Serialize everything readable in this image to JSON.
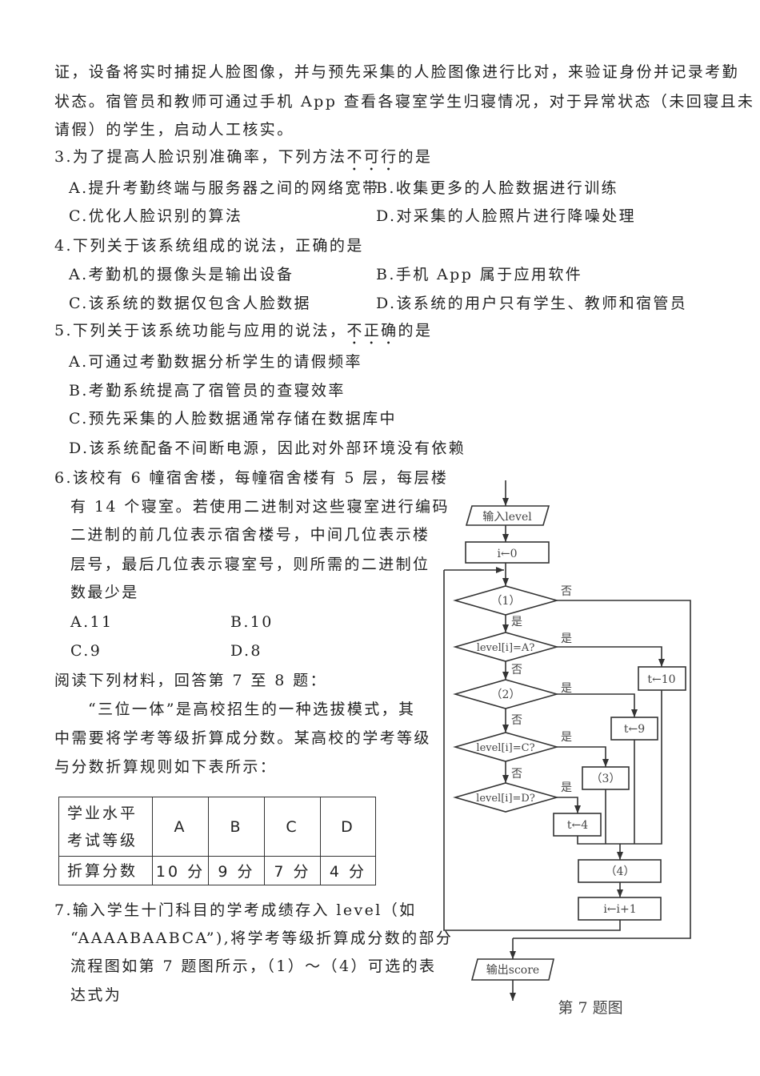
{
  "intro": {
    "lines": [
      "证，设备将实时捕捉人脸图像，并与预先采集的人脸图像进行比对，来验证身份并记录考勤",
      "状态。宿管员和教师可通过手机 App 查看各寝室学生归寝情况，对于异常状态（未回寝且未",
      "请假）的学生，启动人工核实。"
    ]
  },
  "q3": {
    "stem_before": "3.为了提高人脸识别准确率，下列方法",
    "stem_emph": "不可行",
    "stem_after": "的是",
    "options": [
      "A.提升考勤终端与服务器之间的网络宽带",
      "B.收集更多的人脸数据进行训练",
      "C.优化人脸识别的算法",
      "D.对采集的人脸照片进行降噪处理"
    ]
  },
  "q4": {
    "stem": "4.下列关于该系统组成的说法，正确的是",
    "options": [
      "A.考勤机的摄像头是输出设备",
      "B.手机 App 属于应用软件",
      "C.该系统的数据仅包含人脸数据",
      "D.该系统的用户只有学生、教师和宿管员"
    ]
  },
  "q5": {
    "stem_before": "5.下列关于该系统功能与应用的说法，",
    "stem_emph": "不正确",
    "stem_after": "的是",
    "options": [
      "A.可通过考勤数据分析学生的请假频率",
      "B.考勤系统提高了宿管员的查寝效率",
      "C.预先采集的人脸数据通常存储在数据库中",
      "D.该系统配备不间断电源，因此对外部环境没有依赖"
    ]
  },
  "q6": {
    "lines": [
      "6.该校有 6 幢宿舍楼，每幢宿舍楼有 5 层，每层楼",
      "有 14 个寝室。若使用二进制对这些寝室进行编码",
      "二进制的前几位表示宿舍楼号，中间几位表示楼",
      "层号，最后几位表示寝室号，则所需的二进制位",
      "数最少是"
    ],
    "options": [
      "A.11",
      "B.10",
      "C.9",
      "D.8"
    ]
  },
  "reading": {
    "intro": "阅读下列材料，回答第 7 至 8 题：",
    "lines": [
      "“三位一体”是高校招生的一种选拔模式，其",
      "中需要将学考等级折算成分数。某高校的学考等级",
      "与分数折算规则如下表所示："
    ]
  },
  "table": {
    "header_label_1": "学业水平",
    "header_label_2": "考试等级",
    "grades": [
      "A",
      "B",
      "C",
      "D"
    ],
    "score_label": "折算分数",
    "scores": [
      "10 分",
      "9 分",
      "7 分",
      "4 分"
    ]
  },
  "q7": {
    "lines": [
      "7.输入学生十门科目的学考成绩存入 level（如",
      "“AAAABAABCA”),将学考等级折算成分数的部分",
      "流程图如第 7 题图所示，（1）～（4）可选的表",
      "达式为"
    ]
  },
  "flowchart": {
    "input": "输入level",
    "init": "i←0",
    "cond1": "（1）",
    "condA": "level[i]=A?",
    "cond2": "（2）",
    "condC": "level[i]=C?",
    "condD": "level[i]=D?",
    "t10": "t←10",
    "t9": "t←9",
    "step3": "（3）",
    "t4": "t←4",
    "step4": "（4）",
    "inc": "i←i+1",
    "output": "输出score",
    "yes": "是",
    "no": "否",
    "caption": "第 7 题图"
  }
}
